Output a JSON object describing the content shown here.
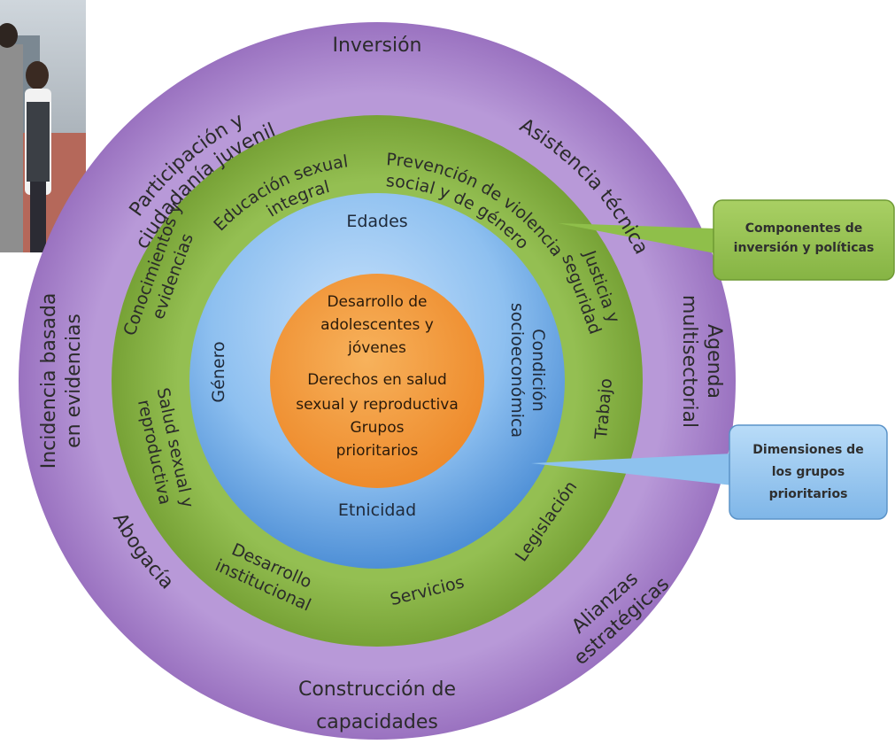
{
  "diagram": {
    "outer_ring": {
      "color": "#a07cc4",
      "labels": {
        "top": "Inversión",
        "upper_left": [
          "Participación y",
          "ciudadanía juvenil"
        ],
        "upper_right": "Asistencia técnica",
        "left": [
          "Incidencia basada",
          "en evidencias"
        ],
        "right": [
          "Agenda",
          "multisectorial"
        ],
        "lower_left": "Abogacía",
        "lower_right": [
          "Alianzas",
          "estratégicas"
        ],
        "bottom": [
          "Construcción de",
          "capacidades"
        ]
      }
    },
    "green_ring": {
      "color": "#7fa83c",
      "labels": {
        "edu": [
          "Educación sexual",
          "integral"
        ],
        "prev": [
          "Prevención de violencia",
          "social y de género"
        ],
        "justicia": [
          "Justicia y",
          "seguridad"
        ],
        "trabajo": "Trabajo",
        "legislacion": "Legislación",
        "servicios": "Servicios",
        "desarrollo": [
          "Desarrollo",
          "institucional"
        ],
        "salud": [
          "Salud sexual y",
          "reproductiva"
        ],
        "conocimientos": [
          "Conocimientos y",
          "evidencias"
        ]
      }
    },
    "blue_ring": {
      "color": "#5f9fe0",
      "labels": {
        "top": "Edades",
        "left": "Género",
        "right": [
          "Condición",
          "socioeconómica"
        ],
        "bottom": "Etnicidad"
      }
    },
    "core": {
      "color": "#f39a40",
      "lines": [
        "Desarrollo de",
        "adolescentes y",
        "jóvenes",
        "Derechos en salud",
        "sexual y reproductiva",
        "Grupos",
        "prioritarios"
      ]
    },
    "callouts": [
      {
        "lines": [
          "Componentes de",
          "inversión y políticas"
        ],
        "color": "#8fbf4a"
      },
      {
        "lines": [
          "Dimensiones de",
          "los grupos",
          "prioritarios"
        ],
        "color": "#8dc2ee"
      }
    ],
    "photo": {
      "icon": "photo-people-icon"
    }
  }
}
